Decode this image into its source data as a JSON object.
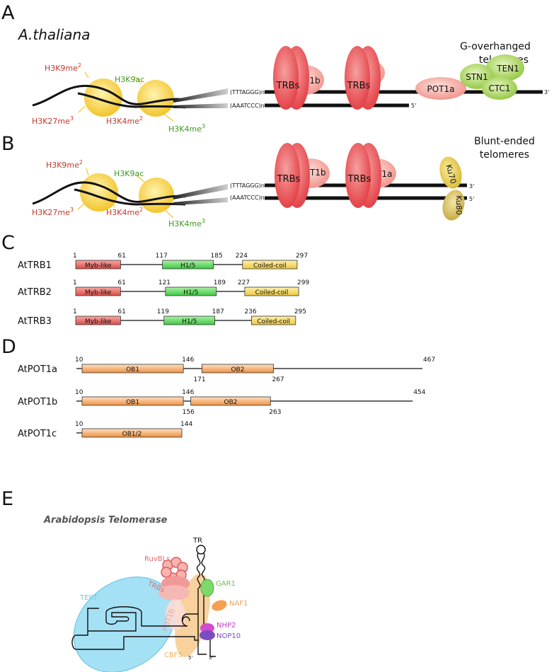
{
  "colors": {
    "red_mark": "#c0392b",
    "green_mark": "#3a9a1a",
    "trb_red": "#e8454a",
    "pot_pink": "#f2a09a",
    "yellow_nuc": "#f5cf3c",
    "green_stn": "#a9d55e",
    "ku_yellow": "#dcc24a",
    "myb_red": "#e0504c",
    "h15_green": "#46d14a",
    "coil_yellow": "#f0d24a",
    "ob_orange": "#f09a4a",
    "tert_blue": "#7fd3ee",
    "cbf5_orange": "#f7c88a",
    "nhp2_magenta": "#c43cc4",
    "nop10_purple": "#7a4cc4"
  },
  "panelA": {
    "letter": "A",
    "species": "A.thaliana",
    "title_line1": "G-overhanged",
    "title_line2": "telomeres",
    "marks": {
      "m1": "H3K9me",
      "m1sup": "2",
      "m2": "H3K9ac",
      "m3": "H3K27me",
      "m3sup": "3",
      "m4": "H3K4me",
      "m4sup": "2",
      "m5": "H3K4me",
      "m5sup": "3"
    },
    "seq_top": "(TTTAGGG)n",
    "seq_bottom": "(AAATCCC)n",
    "end_3": "3'",
    "end_5": "5'",
    "proteins": {
      "trb": "TRBs",
      "pot1b": "POT1b",
      "pot1a": "POT1a",
      "stn1": "STN1",
      "ten1": "TEN1",
      "ctc1": "CTC1"
    }
  },
  "panelB": {
    "letter": "B",
    "title_line1": "Blunt-ended",
    "title_line2": "telomeres",
    "marks": {
      "m1": "H3K9me",
      "m1sup": "2",
      "m2": "H3K9ac",
      "m3": "H3K27me",
      "m3sup": "3",
      "m4": "H3K4me",
      "m4sup": "2",
      "m5": "H3K4me",
      "m5sup": "3"
    },
    "seq_top": "(TTTAGGG)n",
    "seq_bottom": "(AAATCCC)n",
    "end_3": "3'",
    "end_5": "5'",
    "proteins": {
      "trb": "TRBs",
      "pot1b": "POT1b",
      "pot1a": "POT1a",
      "ku70": "Ku70",
      "ku80": "Ku80"
    }
  },
  "panelC": {
    "letter": "C",
    "proteins": [
      {
        "name": "AtTRB1",
        "length": 297,
        "domains": [
          {
            "label": "Myb-like",
            "start": 1,
            "end": 61,
            "kind": "myb"
          },
          {
            "label": "H1/5",
            "start": 117,
            "end": 185,
            "kind": "h15"
          },
          {
            "label": "Coiled-coil",
            "start": 224,
            "end": 297,
            "kind": "coil"
          }
        ]
      },
      {
        "name": "AtTRB2",
        "length": 299,
        "domains": [
          {
            "label": "Myb-like",
            "start": 1,
            "end": 61,
            "kind": "myb"
          },
          {
            "label": "H1/5",
            "start": 121,
            "end": 189,
            "kind": "h15"
          },
          {
            "label": "Coiled-coil",
            "start": 227,
            "end": 299,
            "kind": "coil"
          }
        ]
      },
      {
        "name": "AtTRB3",
        "length": 295,
        "domains": [
          {
            "label": "Myb-like",
            "start": 1,
            "end": 61,
            "kind": "myb"
          },
          {
            "label": "H1/5",
            "start": 119,
            "end": 187,
            "kind": "h15"
          },
          {
            "label": "Coiled-coil",
            "start": 236,
            "end": 295,
            "kind": "coil"
          }
        ]
      }
    ]
  },
  "panelD": {
    "letter": "D",
    "proteins": [
      {
        "name": "AtPOT1a",
        "length": 467,
        "domains": [
          {
            "label": "OB1",
            "start": 10,
            "end": 146
          },
          {
            "label": "OB2",
            "start": 171,
            "end": 267
          }
        ]
      },
      {
        "name": "AtPOT1b",
        "length": 454,
        "domains": [
          {
            "label": "OB1",
            "start": 10,
            "end": 146
          },
          {
            "label": "OB2",
            "start": 156,
            "end": 263
          }
        ]
      },
      {
        "name": "AtPOT1c",
        "length": 144,
        "domains": [
          {
            "label": "OB1/2",
            "start": 10,
            "end": 144
          }
        ]
      }
    ]
  },
  "panelE": {
    "letter": "E",
    "title": "Arabidopsis Telomerase",
    "labels": {
      "tr": "TR",
      "ruvbls": "RuvBLs",
      "trbs": "TRBs",
      "tert": "TERT",
      "pot1b": "POT1b",
      "gar1": "GAR1",
      "naf1": "NAF1",
      "nhp2": "NHP2",
      "nop10": "NOP10",
      "cbf5": "CBF5",
      "end5": "5'",
      "end3": "3'"
    }
  }
}
